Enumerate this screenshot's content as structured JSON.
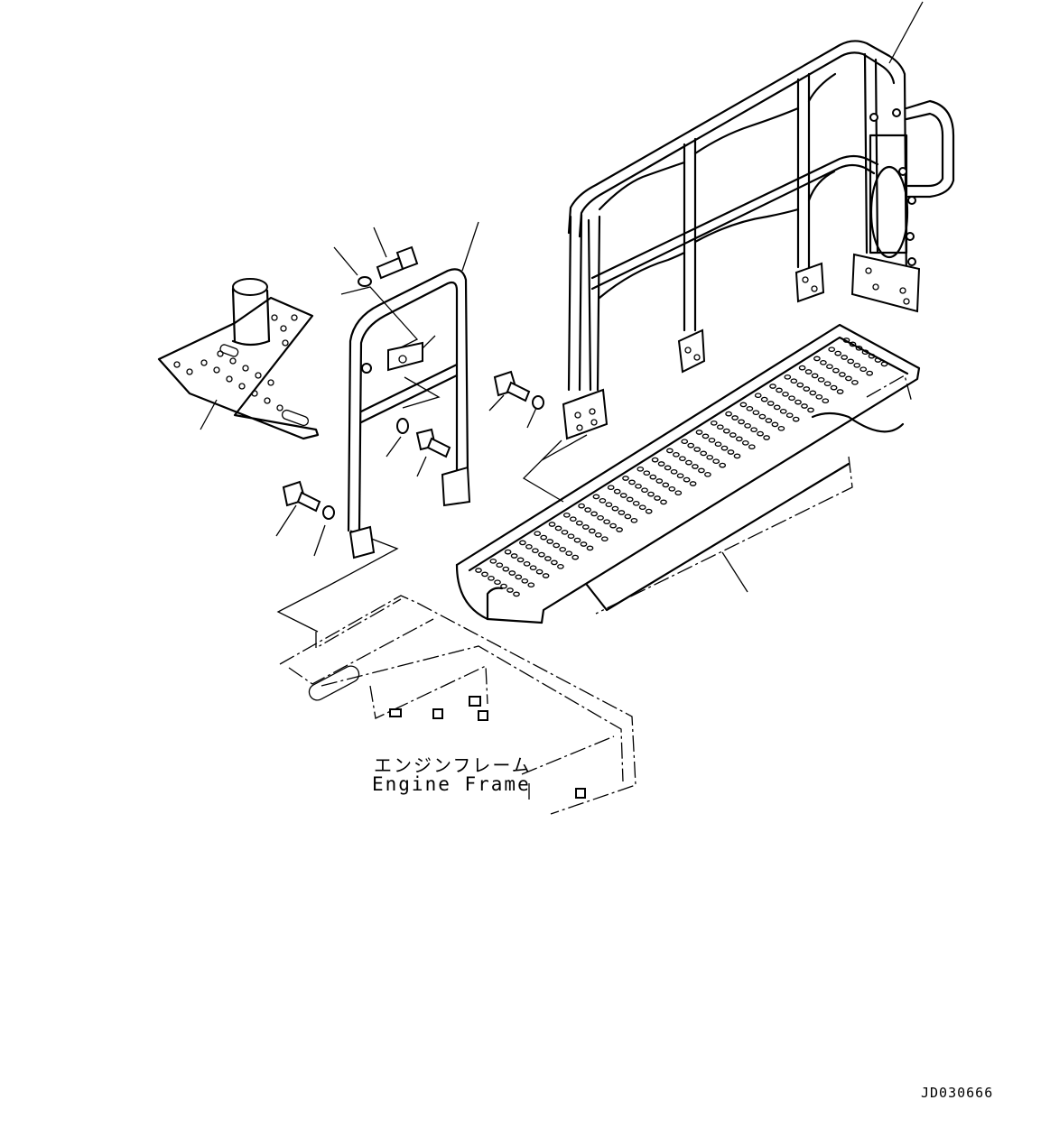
{
  "labels": {
    "engine_frame_jp": "エンジンフレーム",
    "engine_frame_en": "Engine Frame",
    "drawing_code": "JD030666"
  }
}
